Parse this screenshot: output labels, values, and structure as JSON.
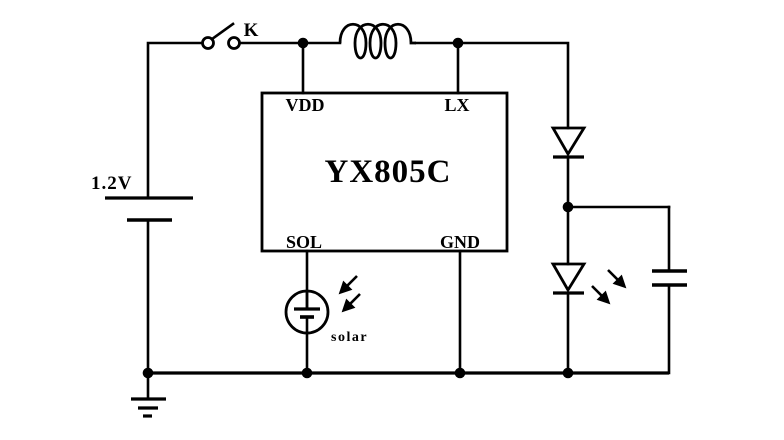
{
  "diagram": {
    "type": "circuit-schematic",
    "background_color": "#ffffff",
    "line_color": "#000000",
    "chip": {
      "name": "YX805C",
      "pins": {
        "top_left": "VDD",
        "top_right": "LX",
        "bottom_left": "SOL",
        "bottom_right": "GND"
      }
    },
    "labels": {
      "battery_voltage": "1.2V",
      "switch": "K",
      "solar_cell": "solar"
    },
    "components": [
      "battery",
      "switch",
      "inductor",
      "ic-yx805c",
      "diode",
      "led",
      "capacitor",
      "solar-cell",
      "ground"
    ]
  }
}
